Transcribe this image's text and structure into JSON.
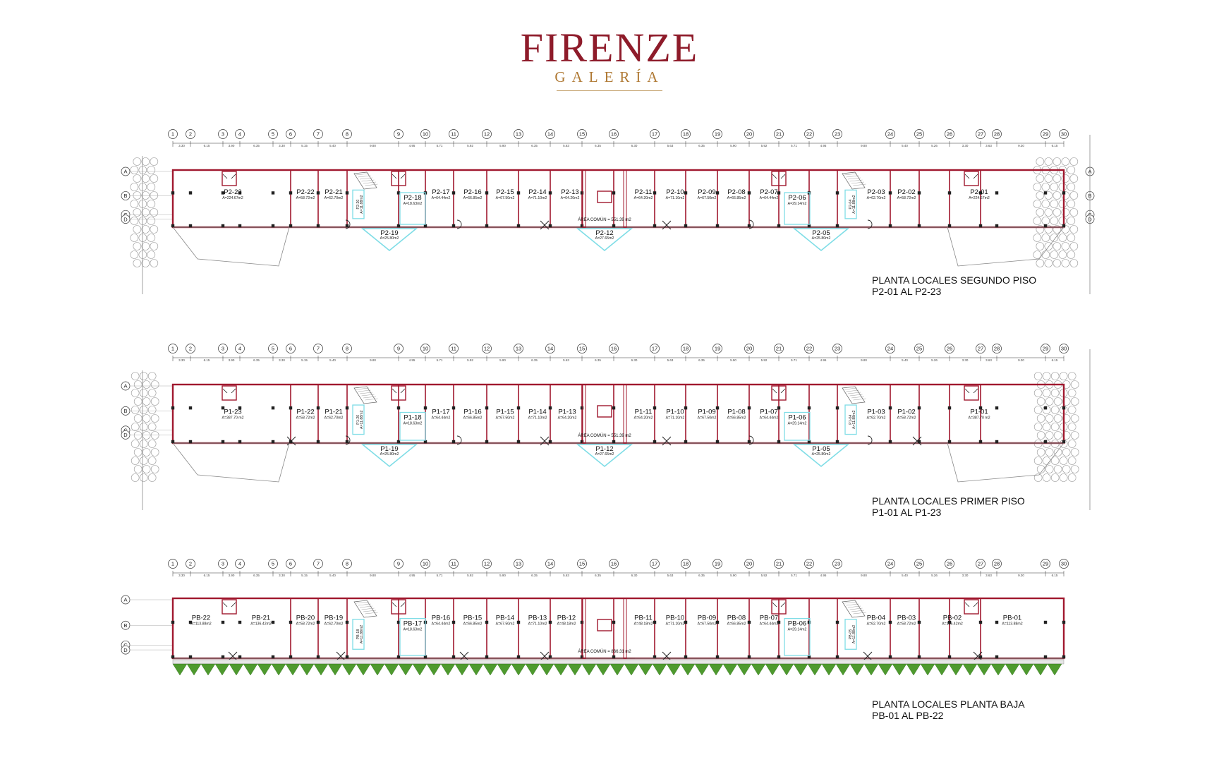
{
  "brand": {
    "title": "FIRENZE",
    "subtitle": "GALERÍA"
  },
  "colors": {
    "wall": "#a0182e",
    "kiosk": "#7fdde6",
    "line": "#777777",
    "tree": "#999999",
    "lawn": "#4e9a2e"
  },
  "gridAxes": [
    "1",
    "2",
    "3",
    "4",
    "5",
    "6",
    "7",
    "8",
    "9",
    "10",
    "11",
    "12",
    "13",
    "14",
    "15",
    "16",
    "17",
    "18",
    "19",
    "20",
    "21",
    "22",
    "23",
    "24",
    "25",
    "26",
    "27",
    "28",
    "29",
    "30"
  ],
  "rowAxes": [
    "A",
    "B",
    "C",
    "D"
  ],
  "floors": [
    {
      "id": "p2",
      "caption": [
        "PLANTA LOCALES SEGUNDO PISO",
        "P2-01 AL P2-23"
      ],
      "commonArea": "ÁREA COMÚN = 551.39 m2",
      "units": [
        {
          "label": "P2-23",
          "area": "A=224.67m2",
          "xc": 330
        },
        {
          "label": "P2-22",
          "area": "A=58.72m2",
          "xc": 433
        },
        {
          "label": "P2-21",
          "area": "A=62.70m2",
          "xc": 473
        },
        {
          "label": "P2-17",
          "area": "A=64.44m2",
          "xc": 625
        },
        {
          "label": "P2-16",
          "area": "A=66.85m2",
          "xc": 670
        },
        {
          "label": "P2-15",
          "area": "A=67.50m2",
          "xc": 716
        },
        {
          "label": "P2-14",
          "area": "A=71.10m2",
          "xc": 762
        },
        {
          "label": "P2-13",
          "area": "A=64.20m2",
          "xc": 808
        },
        {
          "label": "P2-11",
          "area": "A=64.20m2",
          "xc": 912
        },
        {
          "label": "P2-10",
          "area": "A=71.10m2",
          "xc": 957
        },
        {
          "label": "P2-09",
          "area": "A=67.50m2",
          "xc": 1002
        },
        {
          "label": "P2-08",
          "area": "A=66.85m2",
          "xc": 1044
        },
        {
          "label": "P2-07",
          "area": "A=64.44m2",
          "xc": 1090
        },
        {
          "label": "P2-03",
          "area": "A=62.70m2",
          "xc": 1242
        },
        {
          "label": "P2-02",
          "area": "A=58.72m2",
          "xc": 1285
        },
        {
          "label": "P2-01",
          "area": "A=224.67m2",
          "xc": 1388
        }
      ],
      "smallUnits": [
        {
          "label": "P2-18",
          "area": "A=18.63m2",
          "xc": 585
        },
        {
          "label": "P2-06",
          "area": "A=29.14m2",
          "xc": 1130
        }
      ],
      "kiosks": [
        {
          "label": "P2-19",
          "area": "A=25.80m2",
          "xc": 552
        },
        {
          "label": "P2-12",
          "area": "A=27.65m2",
          "xc": 857
        },
        {
          "label": "P2-05",
          "area": "A=25.80m2",
          "xc": 1164
        }
      ],
      "narrowKiosks": [
        {
          "label": "P2-20",
          "area": "A=11.88m2",
          "xc": 508
        },
        {
          "label": "P2-04",
          "area": "A=11.88m2",
          "xc": 1206
        }
      ]
    },
    {
      "id": "p1",
      "caption": [
        "PLANTA LOCALES PRIMER PISO",
        "P1-01 AL P1-23"
      ],
      "commonArea": "ÁREA COMÚN = 551.39 m2",
      "units": [
        {
          "label": "P1-23",
          "area": "A=387.70 m2",
          "xc": 330
        },
        {
          "label": "P1-22",
          "area": "A=58.72m2",
          "xc": 433
        },
        {
          "label": "P1-21",
          "area": "A=62.70m2",
          "xc": 473
        },
        {
          "label": "P1-17",
          "area": "A=64.44m2",
          "xc": 625
        },
        {
          "label": "P1-16",
          "area": "A=66.85m2",
          "xc": 670
        },
        {
          "label": "P1-15",
          "area": "A=67.50m2",
          "xc": 716
        },
        {
          "label": "P1-14",
          "area": "A=71.10m2",
          "xc": 762
        },
        {
          "label": "P1-13",
          "area": "A=64.20m2",
          "xc": 804
        },
        {
          "label": "P1-11",
          "area": "A=64.20m2",
          "xc": 912
        },
        {
          "label": "P1-10",
          "area": "A=71.10m2",
          "xc": 957
        },
        {
          "label": "P1-09",
          "area": "A=67.50m2",
          "xc": 1002
        },
        {
          "label": "P1-08",
          "area": "A=66.85m2",
          "xc": 1044
        },
        {
          "label": "P1-07",
          "area": "A=64.44m2",
          "xc": 1090
        },
        {
          "label": "P1-03",
          "area": "A=62.70m2",
          "xc": 1242
        },
        {
          "label": "P1-02",
          "area": "A=58.72m2",
          "xc": 1285
        },
        {
          "label": "P1-01",
          "area": "A=387.70 m2",
          "xc": 1388
        }
      ],
      "smallUnits": [
        {
          "label": "P1-18",
          "area": "A=18.63m2",
          "xc": 585
        },
        {
          "label": "P1-06",
          "area": "A=29.14m2",
          "xc": 1130
        }
      ],
      "kiosks": [
        {
          "label": "P1-19",
          "area": "A=25.80m2",
          "xc": 552
        },
        {
          "label": "P1-12",
          "area": "A=27.65m2",
          "xc": 857
        },
        {
          "label": "P1-05",
          "area": "A=25.80m2",
          "xc": 1164
        }
      ],
      "narrowKiosks": [
        {
          "label": "P1-20",
          "area": "A=11.88m2",
          "xc": 508
        },
        {
          "label": "P1-04",
          "area": "A=11.88m2",
          "xc": 1206
        }
      ]
    },
    {
      "id": "pb",
      "caption": [
        "PLANTA LOCALES PLANTA BAJA",
        "PB-01 AL PB-22"
      ],
      "commonArea": "ÁREA COMÚN = 866,31 m2",
      "units": [
        {
          "label": "PB-22",
          "area": "A=113.88m2",
          "xc": 285
        },
        {
          "label": "PB-21",
          "area": "A=136.42m2",
          "xc": 370
        },
        {
          "label": "PB-20",
          "area": "A=58.72m2",
          "xc": 433
        },
        {
          "label": "PB-19",
          "area": "A=62.70m2",
          "xc": 473
        },
        {
          "label": "PB-16",
          "area": "A=64.44m2",
          "xc": 625
        },
        {
          "label": "PB-15",
          "area": "A=66.85m2",
          "xc": 670
        },
        {
          "label": "PB-14",
          "area": "A=67.50m2",
          "xc": 716
        },
        {
          "label": "PB-13",
          "area": "A=71.10m2",
          "xc": 762
        },
        {
          "label": "PB-12",
          "area": "A=48.18m2",
          "xc": 803
        },
        {
          "label": "PB-11",
          "area": "A=48.18m2",
          "xc": 912
        },
        {
          "label": "PB-10",
          "area": "A=71.10m2",
          "xc": 957
        },
        {
          "label": "PB-09",
          "area": "A=67.50m2",
          "xc": 1002
        },
        {
          "label": "PB-08",
          "area": "A=66.85m2",
          "xc": 1044
        },
        {
          "label": "PB-07",
          "area": "A=64.44m2",
          "xc": 1090
        },
        {
          "label": "PB-04",
          "area": "A=62.70m2",
          "xc": 1242
        },
        {
          "label": "PB-03",
          "area": "A=58.72m2",
          "xc": 1285
        },
        {
          "label": "PB-02",
          "area": "A=136.42m2",
          "xc": 1350
        },
        {
          "label": "PB-01",
          "area": "A=113.88m2",
          "xc": 1435
        }
      ],
      "smallUnits": [
        {
          "label": "PB-17",
          "area": "A=18.63m2",
          "xc": 585
        },
        {
          "label": "PB-06",
          "area": "A=29.14m2",
          "xc": 1130
        }
      ],
      "kiosks": [],
      "narrowKiosks": [
        {
          "label": "PB-18",
          "area": "A=11.88m2",
          "xc": 508
        },
        {
          "label": "PB-05",
          "area": "A=11.88m2",
          "xc": 1206
        }
      ]
    }
  ]
}
